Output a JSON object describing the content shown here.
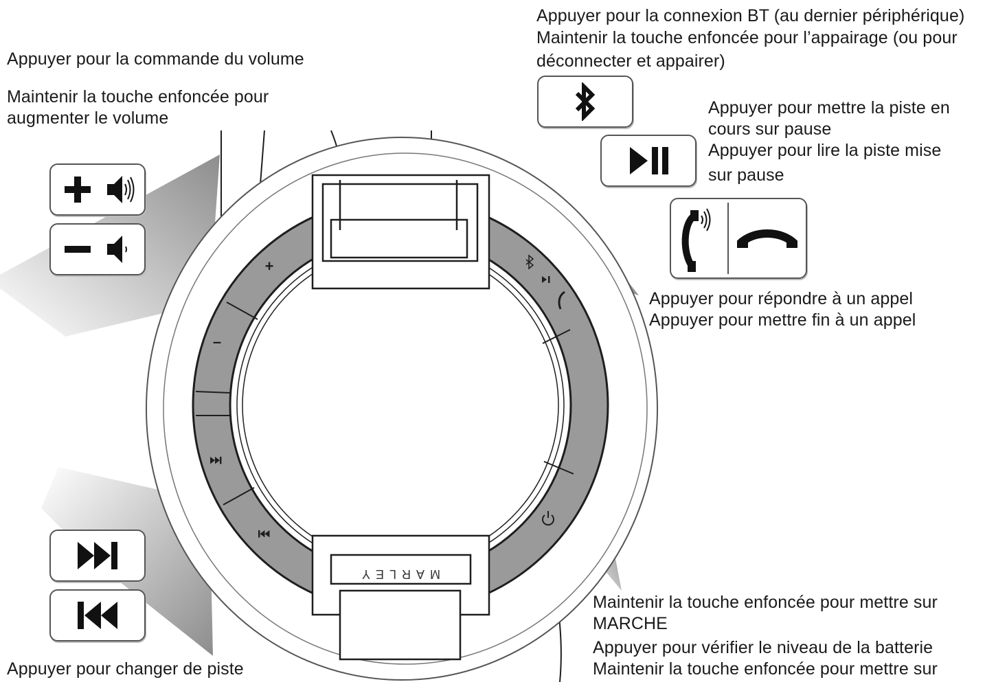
{
  "annotations": {
    "volume_press": "Appuyer pour la commande du volume",
    "volume_hold_1": "Maintenir la touche enfoncée pour",
    "volume_hold_2": "augmenter le volume",
    "bt_1": "Appuyer pour la connexion BT (au dernier périphérique)",
    "bt_2": "Maintenir la touche enfoncée pour l’appairage (ou pour",
    "bt_3": "déconnecter et appairer)",
    "play_1": "Appuyer pour mettre la piste en",
    "play_2": "cours sur pause",
    "play_3": "Appuyer pour lire la piste mise",
    "play_4": "sur pause",
    "call_1": "Appuyer pour répondre à un appel",
    "call_2": "Appuyer pour mettre fin à un appel",
    "track": "Appuyer pour changer de piste",
    "power_1": "Maintenir la touche enfoncée pour mettre sur",
    "power_2": "MARCHE",
    "power_3": "Appuyer pour vérifier le niveau de la batterie",
    "power_4": "Maintenir la touche enfoncée pour mettre sur"
  },
  "brand": "MARLEY",
  "ring_symbols": {
    "plus": "+",
    "minus": "–"
  },
  "icons": {
    "vol_up": "volume-up-icon",
    "vol_down": "volume-down-icon",
    "bluetooth": "bluetooth-icon",
    "play_pause": "play-pause-icon",
    "call_answer": "phone-answer-icon",
    "call_end": "phone-end-icon",
    "next": "next-track-icon",
    "prev": "previous-track-icon",
    "power": "power-icon"
  },
  "colors": {
    "ring": "#9a9a9a",
    "line": "#1e1e1e",
    "arrow_dark": "#9c9c9c"
  }
}
